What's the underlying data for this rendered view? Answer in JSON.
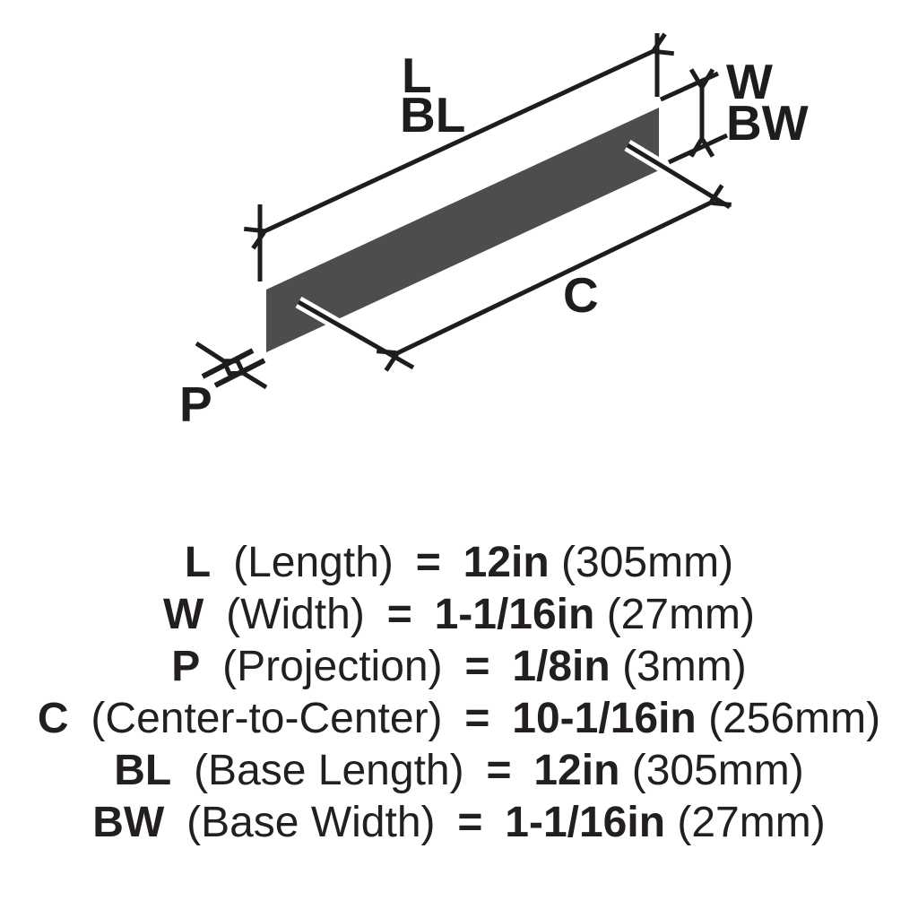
{
  "diagram": {
    "bar_color": "#4d4d4b",
    "line_color": "#1d1d1b",
    "labels": {
      "length": "L",
      "base_length": "BL",
      "width": "W",
      "base_width": "BW",
      "center_to_center": "C",
      "projection": "P"
    }
  },
  "legend": {
    "text_color": "#231f20",
    "rows": [
      {
        "abbr": "L",
        "name": "(Length)",
        "eq": "=",
        "value": "12in",
        "metric": "(305mm)"
      },
      {
        "abbr": "W",
        "name": "(Width)",
        "eq": "=",
        "value": "1-1/16in",
        "metric": "(27mm)"
      },
      {
        "abbr": "P",
        "name": "(Projection)",
        "eq": "=",
        "value": "1/8in",
        "metric": "(3mm)"
      },
      {
        "abbr": "C",
        "name": "(Center-to-Center)",
        "eq": "=",
        "value": "10-1/16in",
        "metric": "(256mm)"
      },
      {
        "abbr": "BL",
        "name": "(Base Length)",
        "eq": "=",
        "value": "12in",
        "metric": "(305mm)"
      },
      {
        "abbr": "BW",
        "name": "(Base Width)",
        "eq": "=",
        "value": "1-1/16in",
        "metric": "(27mm)"
      }
    ]
  }
}
